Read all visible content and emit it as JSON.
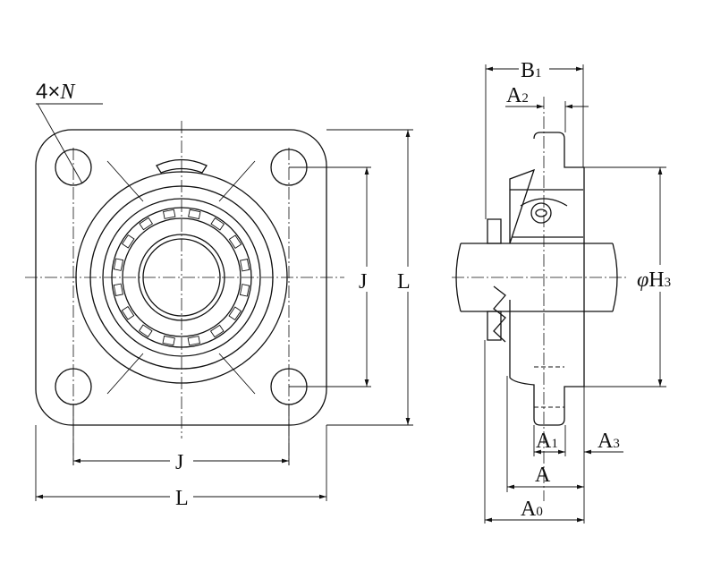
{
  "front_view": {
    "holes_label_prefix": "4×",
    "holes_label_var": "N",
    "bolt_pitch_h_label": "J",
    "width_h_label": "L",
    "bolt_pitch_v_label": "J",
    "width_v_label": "L"
  },
  "side_view": {
    "B1": {
      "main": "B",
      "sub": "1"
    },
    "A2": {
      "main": "A",
      "sub": "2"
    },
    "H3": {
      "prefix": "φ",
      "main": "H",
      "sub": "3"
    },
    "A1": {
      "main": "A",
      "sub": "1"
    },
    "A3": {
      "main": "A",
      "sub": "3"
    },
    "A": {
      "main": "A"
    },
    "A0": {
      "main": "A",
      "sub": "0"
    }
  },
  "colors": {
    "line": "#111111",
    "background": "#ffffff"
  }
}
